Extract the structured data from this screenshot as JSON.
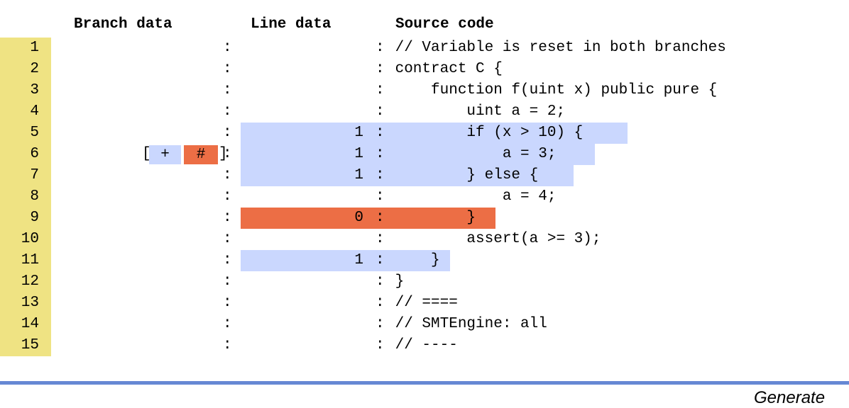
{
  "headers": {
    "branch": "Branch data",
    "line": "Line data",
    "source": "Source code"
  },
  "colors": {
    "line_number_bg": "#efe383",
    "hit_bg": "#cad7fe",
    "miss_bg": "#ec6e45",
    "footer_bar": "#6688d4"
  },
  "rows": [
    {
      "num": "1",
      "branch": "",
      "count": "",
      "status": "none",
      "code": "// Variable is reset in both branches"
    },
    {
      "num": "2",
      "branch": "",
      "count": "",
      "status": "none",
      "code": "contract C {"
    },
    {
      "num": "3",
      "branch": "",
      "count": "",
      "status": "none",
      "code": "    function f(uint x) public pure {"
    },
    {
      "num": "4",
      "branch": "",
      "count": "",
      "status": "none",
      "code": "        uint a = 2;"
    },
    {
      "num": "5",
      "branch": "",
      "count": "1",
      "status": "hit",
      "code": "        if (x > 10) {"
    },
    {
      "num": "6",
      "branch": "[ + # ]",
      "count": "1",
      "status": "hit",
      "code": "            a = 3;"
    },
    {
      "num": "7",
      "branch": "",
      "count": "1",
      "status": "hit",
      "code": "        } else {"
    },
    {
      "num": "8",
      "branch": "",
      "count": "",
      "status": "none",
      "code": "            a = 4;"
    },
    {
      "num": "9",
      "branch": "",
      "count": "0",
      "status": "miss",
      "code": "        }"
    },
    {
      "num": "10",
      "branch": "",
      "count": "",
      "status": "none",
      "code": "        assert(a >= 3);"
    },
    {
      "num": "11",
      "branch": "",
      "count": "1",
      "status": "hit",
      "code": "    }"
    },
    {
      "num": "12",
      "branch": "",
      "count": "",
      "status": "none",
      "code": "}"
    },
    {
      "num": "13",
      "branch": "",
      "count": "",
      "status": "none",
      "code": "// ===="
    },
    {
      "num": "14",
      "branch": "",
      "count": "",
      "status": "none",
      "code": "// SMTEngine: all"
    },
    {
      "num": "15",
      "branch": "",
      "count": "",
      "status": "none",
      "code": "// ----"
    }
  ],
  "branch_markers": {
    "open": "[",
    "taken": "+",
    "not_taken": "#",
    "close": "]"
  },
  "colon": ":",
  "footer": {
    "generated_text": "Generate"
  }
}
